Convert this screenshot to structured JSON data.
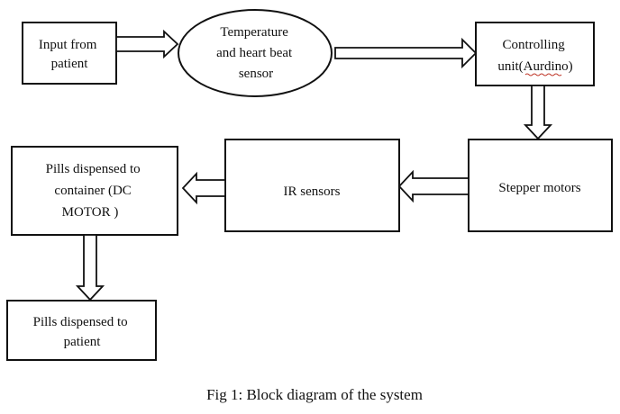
{
  "diagram": {
    "nodes": {
      "input_from_patient": [
        "Input from",
        "patient"
      ],
      "sensor": [
        "Temperature",
        "and heart beat",
        "sensor"
      ],
      "controlling_unit": [
        "Controlling",
        "unit(Aurdino)"
      ],
      "stepper_motors": [
        "Stepper motors"
      ],
      "ir_sensors": [
        "IR sensors"
      ],
      "pills_to_container": [
        "Pills dispensed to",
        "container (DC",
        "MOTOR )"
      ],
      "pills_to_patient": [
        "Pills dispensed to",
        "patient"
      ]
    },
    "caption": "Fig 1: Block diagram of the system"
  }
}
